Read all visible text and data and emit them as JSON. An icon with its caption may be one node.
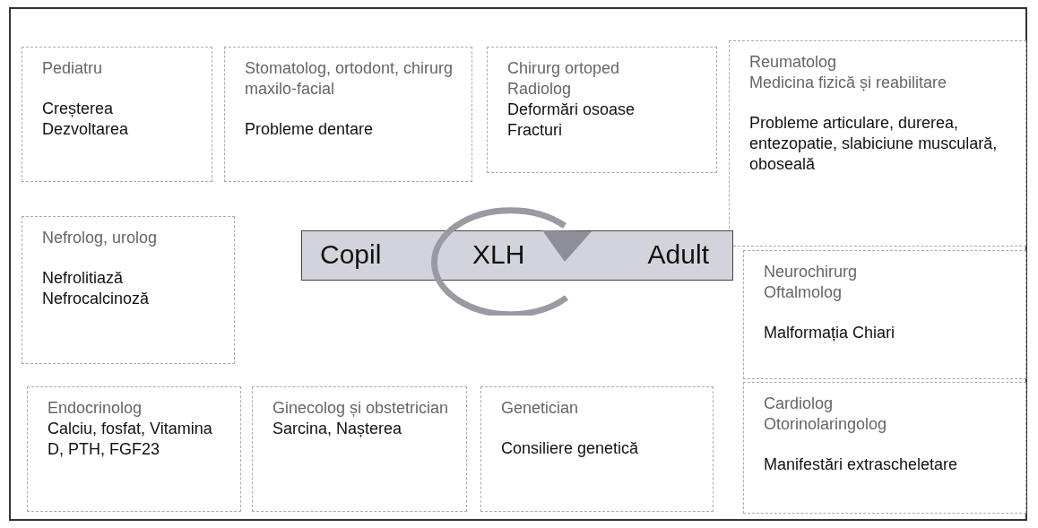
{
  "diagram": {
    "nodes": [
      {
        "text": [
          "Pediatru",
          "Creșterea",
          "Dezvoltarea"
        ]
      },
      {
        "text": [
          "Stomatolog, ortodont, chirurg maxilo-facial",
          "Probleme dentare"
        ]
      },
      {
        "text": [
          "Chirurg ortoped",
          "Radiolog",
          "Deformări osoase",
          "Fracturi"
        ]
      },
      {
        "text": [
          "Reumatolog",
          "Medicina fizică și reabilitare",
          "Probleme articulare, durerea, entezopatie, slabiciune musculară, oboseală"
        ]
      },
      {
        "text": [
          "Nefrolog, urolog",
          "Nefrolitiază",
          "Nefrocalcinoză"
        ]
      },
      {
        "text": [
          "Copil",
          "XLH",
          "Adult"
        ]
      },
      {
        "text": [
          "Neurochirurg",
          "Oftalmolog",
          "Malformația Chiari"
        ]
      },
      {
        "text": [
          "Endocrinolog",
          "Calciu, fosfat, Vitamina D, PTH, FGF23"
        ]
      },
      {
        "text": [
          "Ginecolog și obstetrician",
          "Sarcina, Nașterea"
        ]
      },
      {
        "text": [
          "Genetician",
          "Consiliere genetică"
        ]
      },
      {
        "text": [
          "Cardiolog",
          "Otorinolaringolog",
          "Manifestări extrascheletare"
        ]
      }
    ]
  }
}
